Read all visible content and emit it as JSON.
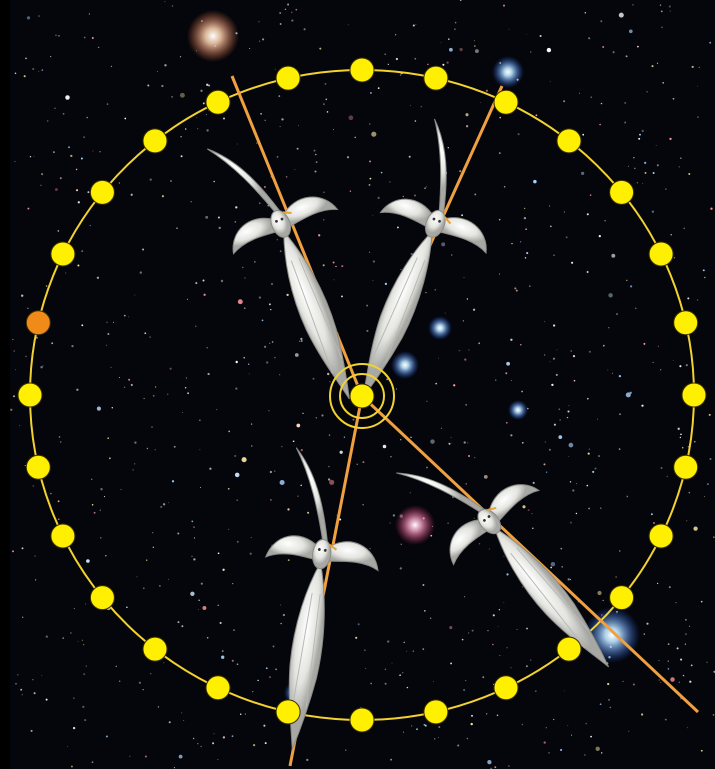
{
  "scene": {
    "subject": "night-sky",
    "elements": [
      "star-field",
      "circle-ring",
      "yellow-dots",
      "orange-marker",
      "center-target",
      "radial-lines",
      "winged-figures"
    ]
  },
  "colors": {
    "sky": "#05060b",
    "ring": "#f2d230",
    "dot_fill": "#ffef00",
    "dot_stroke": "#3a3000",
    "orange_dot": "#f08a18",
    "line": "#f0a040",
    "wing": "#e8e8e4",
    "wing_shadow": "#9b9b98",
    "glow_blue": "#9fdcff",
    "glow_warm": "#ffd2b0",
    "glow_pink": "#ff9fc8"
  },
  "ring": {
    "dot_count": 28,
    "orange_dot_index": 22
  },
  "figures": {
    "count": 4
  }
}
